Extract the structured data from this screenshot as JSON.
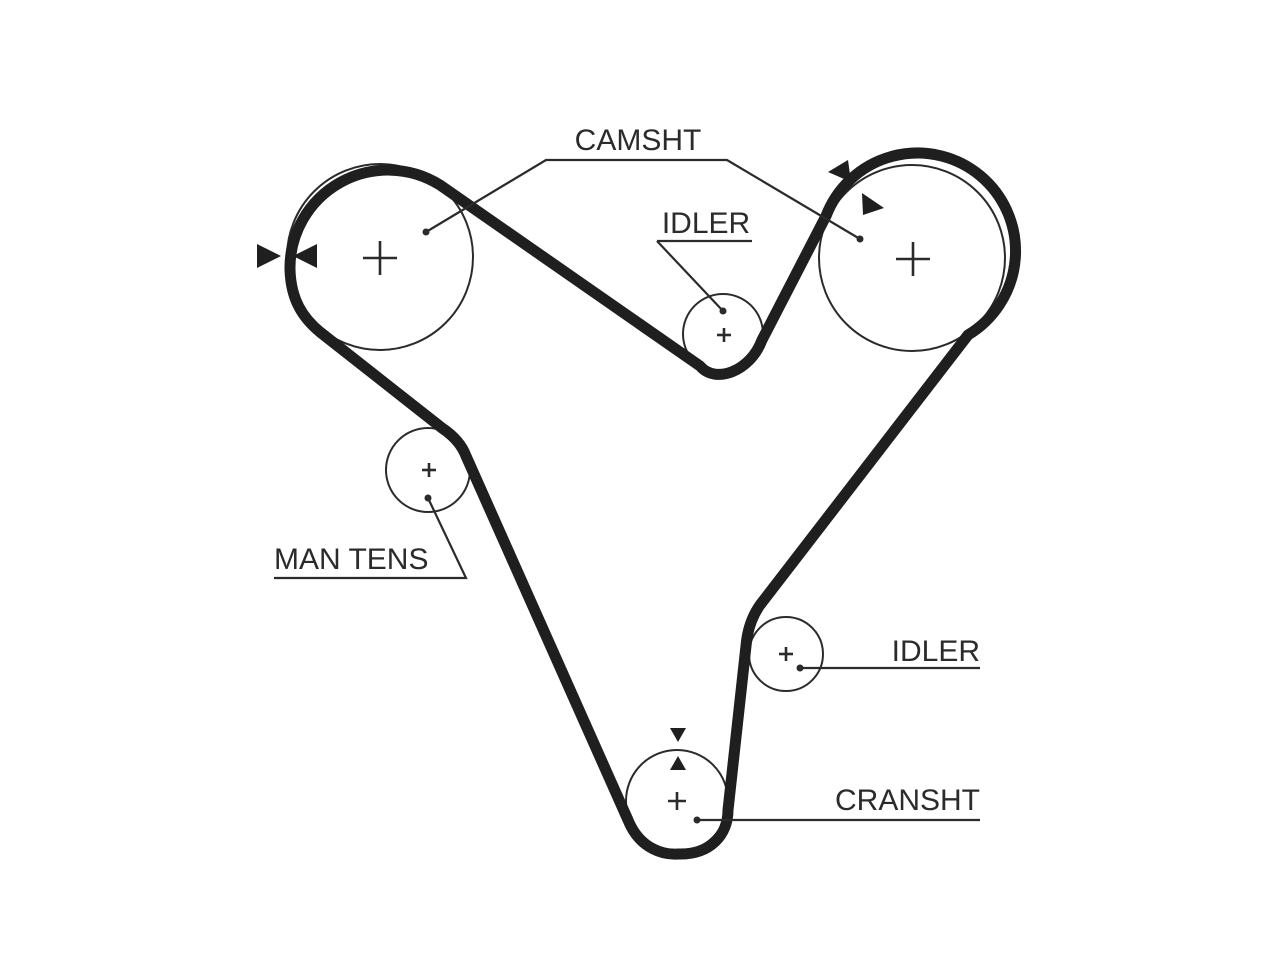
{
  "labels": {
    "camshaft": "CAMSHT",
    "idler_top": "IDLER",
    "idler_bottom": "IDLER",
    "man_tens": "MAN TENS",
    "crankshaft": "CRANSHT"
  },
  "colors": {
    "belt": "#1f1f1f",
    "lines": "#2b2b2b",
    "background": "#ffffff"
  }
}
